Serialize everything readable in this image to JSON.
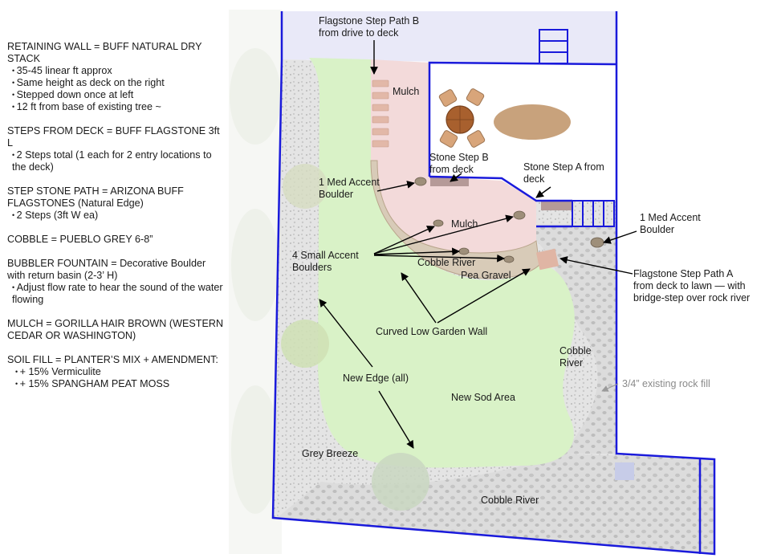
{
  "notes": [
    {
      "title": "RETAINING WALL = BUFF NATURAL DRY STACK",
      "items": [
        "35-45 linear ft approx",
        "Same height as deck on the right",
        "Stepped down once at left",
        "12 ft from base of existing tree ~"
      ]
    },
    {
      "title": "STEPS FROM DECK = BUFF FLAGSTONE 3ft L",
      "items": [
        "2 Steps total (1 each for 2 entry locations to the deck)"
      ]
    },
    {
      "title": "STEP STONE PATH = ARIZONA BUFF FLAGSTONES (Natural Edge)",
      "items": [
        "2 Steps (3ft W ea)"
      ]
    },
    {
      "title": "COBBLE = PUEBLO GREY 6-8”",
      "items": []
    },
    {
      "title": "BUBBLER FOUNTAIN = Decorative Boulder with return basin (2-3’ H)",
      "items": [
        "Adjust flow rate to hear the sound of the water flowing"
      ]
    },
    {
      "title": "MULCH = GORILLA HAIR BROWN (WESTERN CEDAR OR WASHINGTON)",
      "items": []
    },
    {
      "title": "SOIL FILL = PLANTER’S MIX + AMENDMENT:",
      "deep": true,
      "items": [
        "+ 15% Vermiculite",
        "+ 15% SPANGHAM PEAT MOSS"
      ]
    }
  ],
  "labels": {
    "path_b_1": "Flagstone Step Path B",
    "path_b_2": "from drive to deck",
    "mulch_top": "Mulch",
    "stone_b_1": "Stone Step B",
    "stone_b_2": "from deck",
    "stone_a_1": "Stone Step A from",
    "stone_a_2": "deck",
    "med_boulder_left_1": "1 Med Accent",
    "med_boulder_left_2": "Boulder",
    "med_boulder_right_1": "1 Med Accent",
    "med_boulder_right_2": "Boulder",
    "mulch_mid": "Mulch",
    "small_boulders_1": "4 Small Accent",
    "small_boulders_2": "Boulders",
    "cobble_river_top": "Cobble River",
    "pea_gravel": "Pea Gravel",
    "path_a_1": "Flagstone Step Path A",
    "path_a_2": "from deck to lawn — with",
    "path_a_3": "bridge-step over rock river",
    "garden_wall": "Curved Low Garden Wall",
    "cobble_river_right_1": "Cobble",
    "cobble_river_right_2": "River",
    "rock_fill": "3/4” existing rock fill",
    "new_edge": "New Edge (all)",
    "new_sod": "New Sod Area",
    "grey_breeze": "Grey Breeze",
    "cobble_river_bottom": "Cobble River"
  },
  "colors": {
    "property_line": "#1a1adb",
    "lawn": "#d9f2c7",
    "mulch": "#f3dada",
    "gravel": "#e3e3e3",
    "drive": "#e9e9f8",
    "table_tan": "#c8a27c"
  }
}
